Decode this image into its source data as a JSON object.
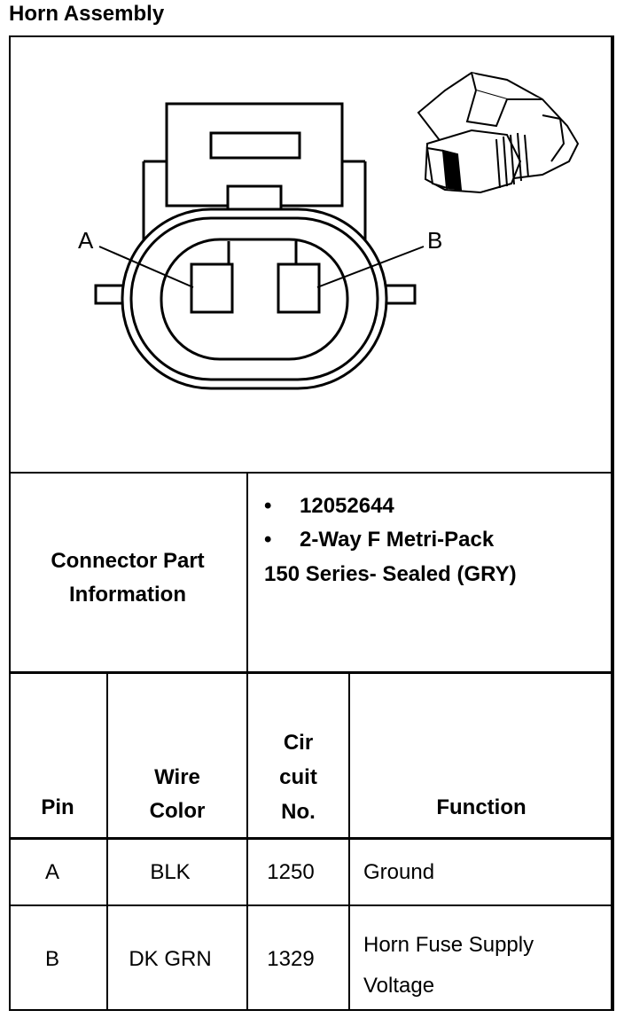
{
  "title": "Horn Assembly",
  "diagram": {
    "pin_a_label": "A",
    "pin_b_label": "B",
    "icons": [
      "connector-face-icon",
      "connector-3d-icon"
    ]
  },
  "connector_info": {
    "label": "Connector Part Information",
    "label_line1": "Connector Part",
    "label_line2": "Information",
    "bullets": [
      "12052644",
      "2-Way F Metri-Pack"
    ],
    "bullet_char": "•",
    "continuation": "150 Series- Sealed (GRY)"
  },
  "table": {
    "headers": {
      "pin": "Pin",
      "wire_color": [
        "Wire",
        "Color"
      ],
      "circuit_no": [
        "Cir",
        "cuit",
        "No."
      ],
      "function": "Function"
    },
    "rows": [
      {
        "pin": "A",
        "wire_color": "BLK",
        "circuit": "1250",
        "function": [
          "Ground"
        ]
      },
      {
        "pin": "B",
        "wire_color": "DK GRN",
        "circuit": "1329",
        "function": [
          "Horn Fuse Supply",
          "Voltage"
        ]
      }
    ]
  }
}
